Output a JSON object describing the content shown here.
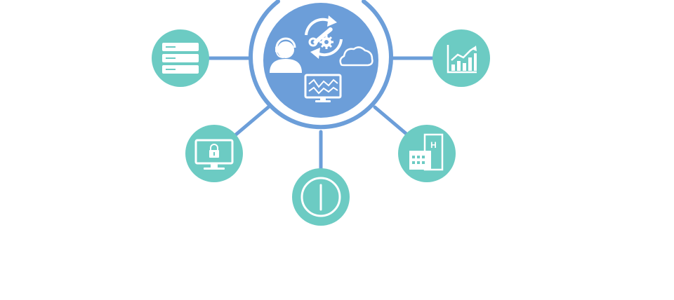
{
  "diagram": {
    "hub": {
      "icons": [
        "support-agent-icon",
        "wrench-gear-sync-icon",
        "cloud-icon",
        "monitor-waveform-icon"
      ]
    },
    "nodes": [
      {
        "name": "server-node",
        "icon": "server-rack-icon"
      },
      {
        "name": "secure-monitor-node",
        "icon": "monitor-lock-icon"
      },
      {
        "name": "power-node",
        "icon": "power-icon"
      },
      {
        "name": "hospital-node",
        "icon": "hospital-building-icon"
      },
      {
        "name": "analytics-node",
        "icon": "growth-chart-icon"
      }
    ],
    "building_letter": "H",
    "colors": {
      "hub_fill": "#6c9ed9",
      "ring": "#6c9ed9",
      "connector": "#6c9ed9",
      "node_fill": "#6ccbc3",
      "icon": "#ffffff"
    }
  }
}
